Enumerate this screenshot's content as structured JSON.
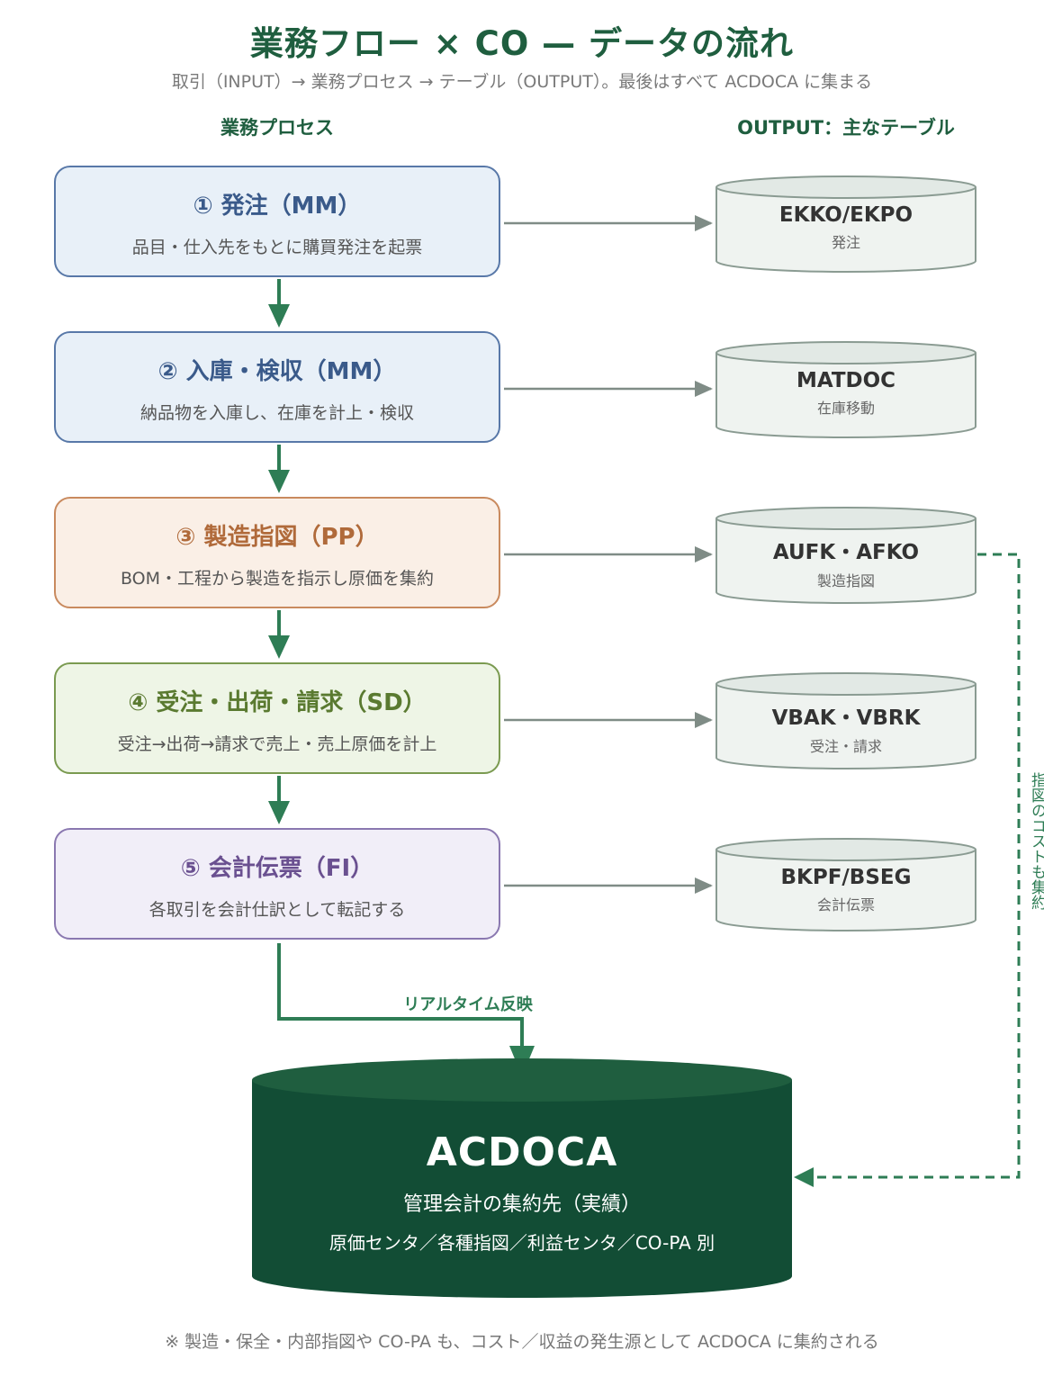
{
  "header": {
    "title": "業務フロー × CO — データの流れ",
    "subtitle": "取引（INPUT）→ 業務プロセス → テーブル（OUTPUT）。最後はすべて ACDOCA に集まる"
  },
  "columns": {
    "process": "業務プロセス",
    "output": "OUTPUT：主なテーブル"
  },
  "processes": [
    {
      "title": "① 発注（MM）",
      "desc": "品目・仕入先をもとに購買発注を起票"
    },
    {
      "title": "② 入庫・検収（MM）",
      "desc": "納品物を入庫し、在庫を計上・検収"
    },
    {
      "title": "③ 製造指図（PP）",
      "desc": "BOM・工程から製造を指示し原価を集約"
    },
    {
      "title": "④ 受注・出荷・請求（SD）",
      "desc": "受注→出荷→請求で売上・売上原価を計上"
    },
    {
      "title": "⑤ 会計伝票（FI）",
      "desc": "各取引を会計仕訳として転記する"
    }
  ],
  "tables": [
    {
      "name": "EKKO/EKPO",
      "sub": "発注"
    },
    {
      "name": "MATDOC",
      "sub": "在庫移動"
    },
    {
      "name": "AUFK・AFKO",
      "sub": "製造指図"
    },
    {
      "name": "VBAK・VBRK",
      "sub": "受注・請求"
    },
    {
      "name": "BKPF/BSEG",
      "sub": "会計伝票"
    }
  ],
  "flow": {
    "realtime_label": "リアルタイム反映",
    "order_cost_label": "指図のコストも集約"
  },
  "acdoca": {
    "title": "ACDOCA",
    "sub1": "管理会計の集約先（実績）",
    "sub2": "原価センタ／各種指図／利益センタ／CO-PA 別"
  },
  "footnote": "※ 製造・保全・内部指図や CO-PA も、コスト／収益の発生源として ACDOCA に集約される",
  "colors": {
    "brand_green": "#1f5e3f",
    "acdoca_fill": "#124d35",
    "flow_green": "#2e7d55",
    "connector_gray": "#7f8c86",
    "cylinder_fill": "#eff3f0"
  }
}
